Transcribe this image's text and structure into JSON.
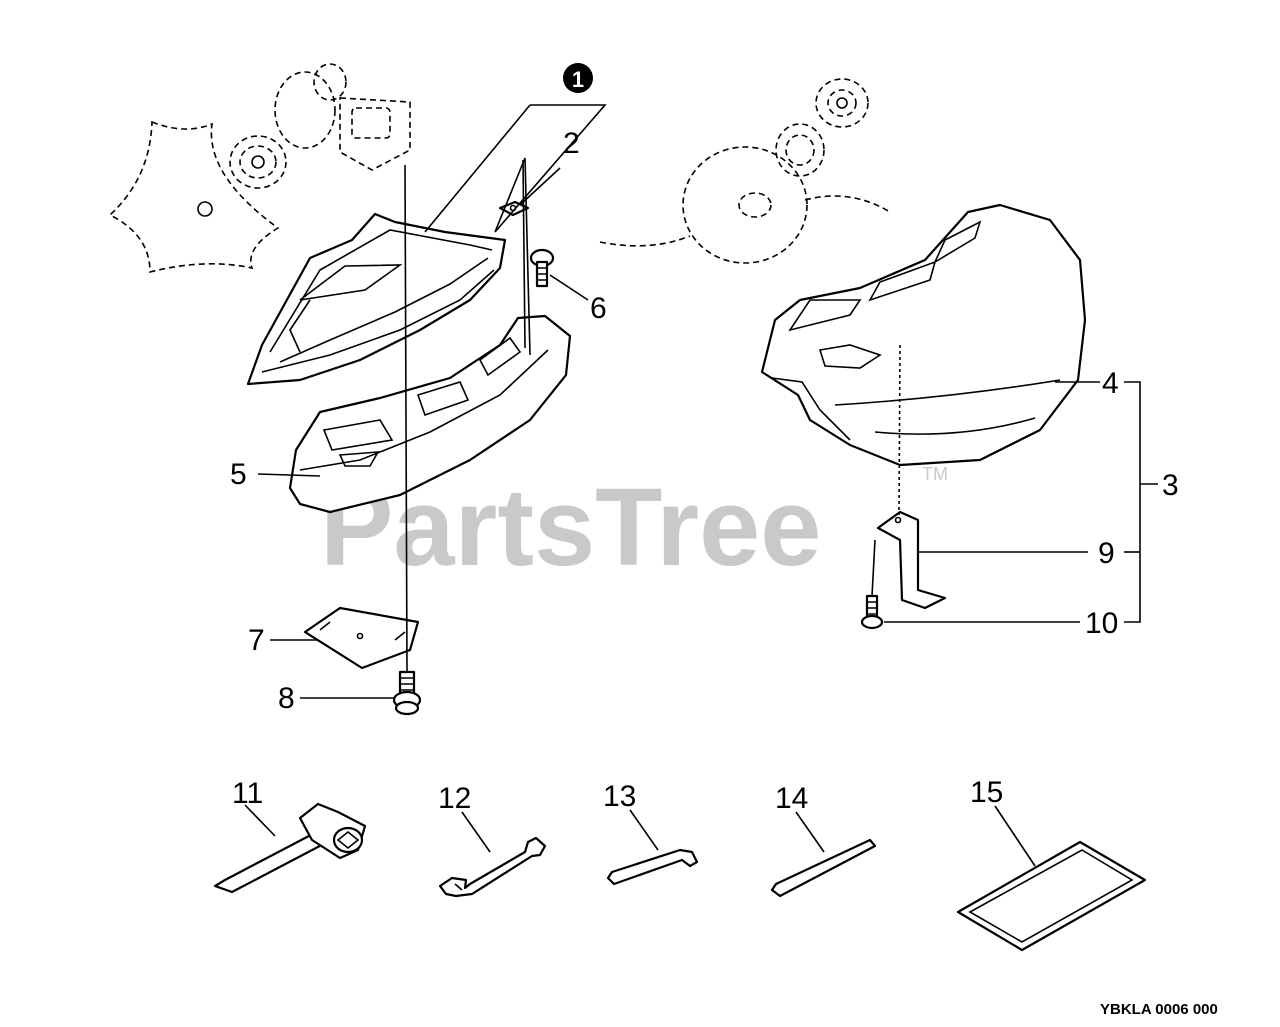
{
  "watermark": {
    "text": "PartsTree",
    "tm": "TM"
  },
  "diagram_code": "YBKLA 0006 000",
  "callouts": {
    "c1": "1",
    "c2": "2",
    "c3": "3",
    "c4": "4",
    "c5": "5",
    "c6": "6",
    "c7": "7",
    "c8": "8",
    "c9": "9",
    "c10": "10",
    "c11": "11",
    "c12": "12",
    "c13": "13",
    "c14": "14",
    "c15": "15"
  }
}
